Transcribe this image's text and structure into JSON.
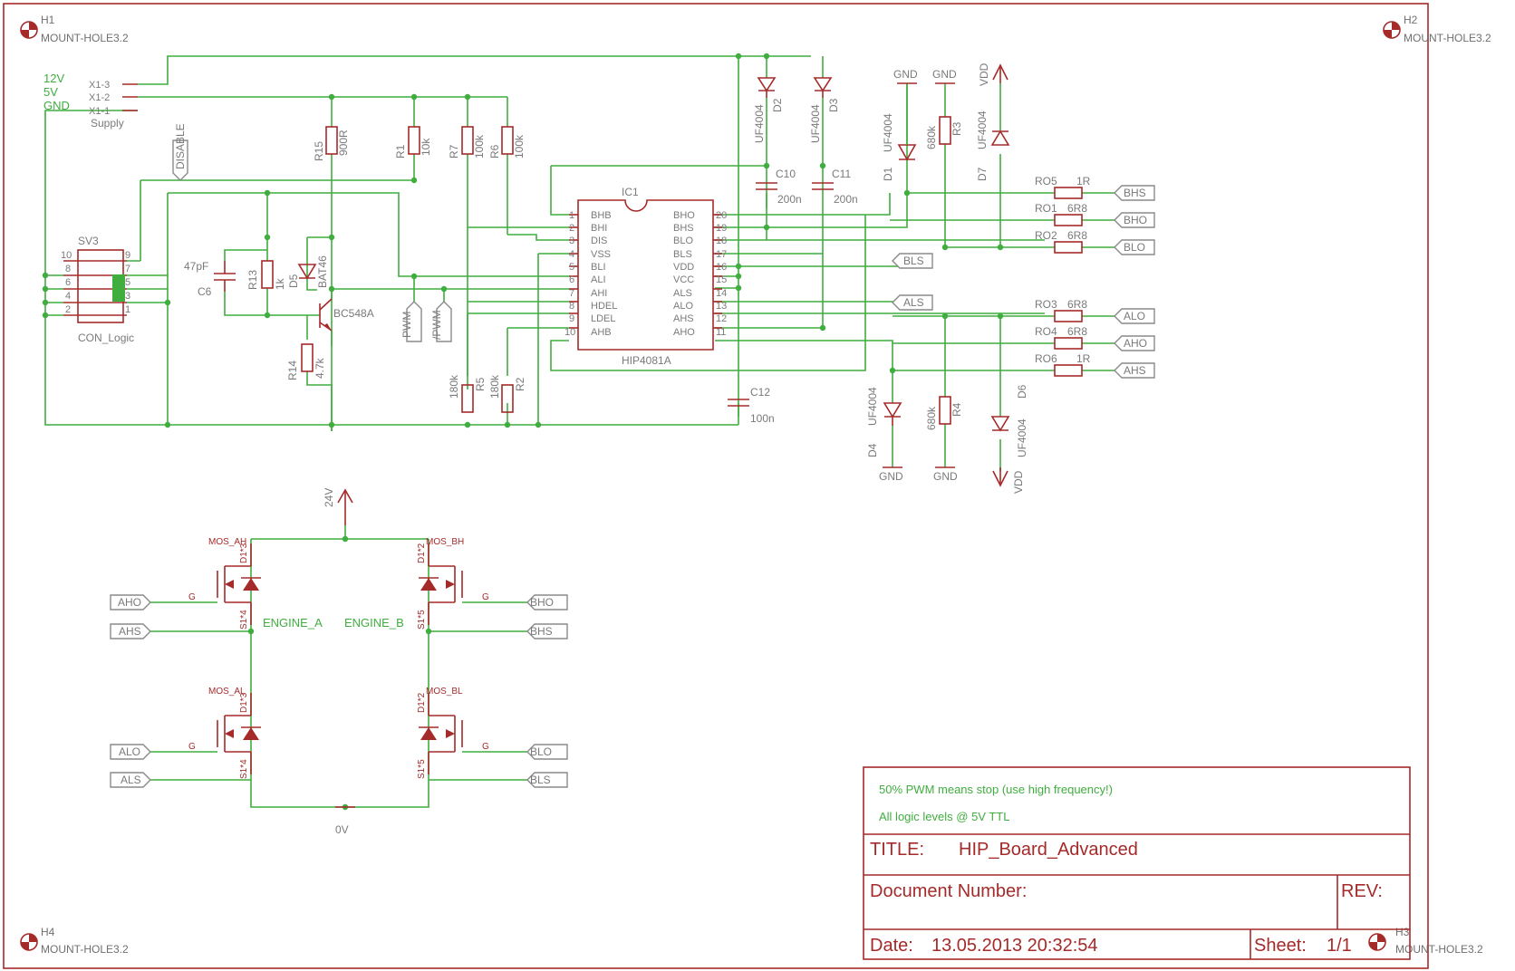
{
  "mount_holes": [
    {
      "ref": "H1",
      "value": "MOUNT-HOLE3.2"
    },
    {
      "ref": "H2",
      "value": "MOUNT-HOLE3.2"
    },
    {
      "ref": "H3",
      "value": "MOUNT-HOLE3.2"
    },
    {
      "ref": "H4",
      "value": "MOUNT-HOLE3.2"
    }
  ],
  "supply": {
    "labels": [
      "12V",
      "5V",
      "GND"
    ],
    "pins": [
      "X1-3",
      "X1-2",
      "X1-1"
    ],
    "name": "Supply"
  },
  "connector": {
    "ref": "SV3",
    "name": "CON_Logic",
    "pins_left": [
      "10",
      "8",
      "6",
      "4",
      "2"
    ],
    "pins_right": [
      "9",
      "7",
      "5",
      "3",
      "1"
    ]
  },
  "flags": {
    "disable": "DISABLE",
    "pwm": "PWM",
    "npwm": "/PWM",
    "bhs": "BHS",
    "bho": "BHO",
    "blo": "BLO",
    "bls": "BLS",
    "als": "ALS",
    "alo": "ALO",
    "aho": "AHO",
    "ahs": "AHS"
  },
  "ic": {
    "ref": "IC1",
    "name": "HIP4081A",
    "left_pins": [
      {
        "num": "1",
        "name": "BHB"
      },
      {
        "num": "2",
        "name": "BHI"
      },
      {
        "num": "3",
        "name": "DIS"
      },
      {
        "num": "4",
        "name": "VSS"
      },
      {
        "num": "5",
        "name": "BLI"
      },
      {
        "num": "6",
        "name": "ALI"
      },
      {
        "num": "7",
        "name": "AHI"
      },
      {
        "num": "8",
        "name": "HDEL"
      },
      {
        "num": "9",
        "name": "LDEL"
      },
      {
        "num": "10",
        "name": "AHB"
      }
    ],
    "right_pins": [
      {
        "num": "20",
        "name": "BHO"
      },
      {
        "num": "19",
        "name": "BHS"
      },
      {
        "num": "18",
        "name": "BLO"
      },
      {
        "num": "17",
        "name": "BLS"
      },
      {
        "num": "16",
        "name": "VDD"
      },
      {
        "num": "15",
        "name": "VCC"
      },
      {
        "num": "14",
        "name": "ALS"
      },
      {
        "num": "13",
        "name": "ALO"
      },
      {
        "num": "12",
        "name": "AHS"
      },
      {
        "num": "11",
        "name": "AHO"
      }
    ]
  },
  "parts": {
    "r15": {
      "ref": "R15",
      "value": "900R"
    },
    "r1": {
      "ref": "R1",
      "value": "10k"
    },
    "r7": {
      "ref": "R7",
      "value": "100k"
    },
    "r6": {
      "ref": "R6",
      "value": "100k"
    },
    "r13": {
      "ref": "R13",
      "value": "1k"
    },
    "r14": {
      "ref": "R14",
      "value": "4.7k"
    },
    "r5": {
      "ref": "R5",
      "value": "180k"
    },
    "r2": {
      "ref": "R2",
      "value": "180k"
    },
    "r3": {
      "ref": "R3",
      "value": "680k"
    },
    "r4": {
      "ref": "R4",
      "value": "680k"
    },
    "c6": {
      "ref": "C6",
      "value": "47pF"
    },
    "c10": {
      "ref": "C10",
      "value": "200n"
    },
    "c11": {
      "ref": "C11",
      "value": "200n"
    },
    "c12": {
      "ref": "C12",
      "value": "100n"
    },
    "d2": {
      "ref": "D2",
      "value": "UF4004"
    },
    "d3": {
      "ref": "D3",
      "value": "UF4004"
    },
    "d1": {
      "ref": "D1",
      "value": "UF4004"
    },
    "d7": {
      "ref": "D7",
      "value": "UF4004"
    },
    "d4": {
      "ref": "D4",
      "value": "UF4004"
    },
    "d6": {
      "ref": "D6",
      "value": "UF4004"
    },
    "d5": {
      "ref": "D5",
      "value": "BAT46"
    },
    "q": {
      "value": "BC548A"
    },
    "ro5": {
      "ref": "RO5",
      "value": "1R"
    },
    "ro1": {
      "ref": "RO1",
      "value": "6R8"
    },
    "ro2": {
      "ref": "RO2",
      "value": "6R8"
    },
    "ro3": {
      "ref": "RO3",
      "value": "6R8"
    },
    "ro4": {
      "ref": "RO4",
      "value": "6R8"
    },
    "ro6": {
      "ref": "RO6",
      "value": "1R"
    }
  },
  "power": {
    "gnd": "GND",
    "vdd": "VDD",
    "v24": "24V",
    "v0": "0V"
  },
  "bridge": {
    "mos_ah": "MOS_AH",
    "mos_bh": "MOS_BH",
    "mos_al": "MOS_AL",
    "mos_bl": "MOS_BL",
    "d1_2": "D1*2",
    "s1_5": "S1*5",
    "s1_4": "S1*4",
    "d1_3": "D1*3",
    "g": "G",
    "engine_a": "ENGINE_A",
    "engine_b": "ENGINE_B"
  },
  "notes": [
    "50% PWM means stop (use high frequency!)",
    "All logic levels @ 5V TTL"
  ],
  "title_block": {
    "title_label": "TITLE:",
    "title": "HIP_Board_Advanced",
    "docnum_label": "Document Number:",
    "rev_label": "REV:",
    "date_label": "Date:",
    "date": "13.05.2013 20:32:54",
    "sheet_label": "Sheet:",
    "sheet": "1/1"
  },
  "colors": {
    "wire": "#3fae3f",
    "symbol": "#a52a2a",
    "text": "#7a7a7a"
  }
}
